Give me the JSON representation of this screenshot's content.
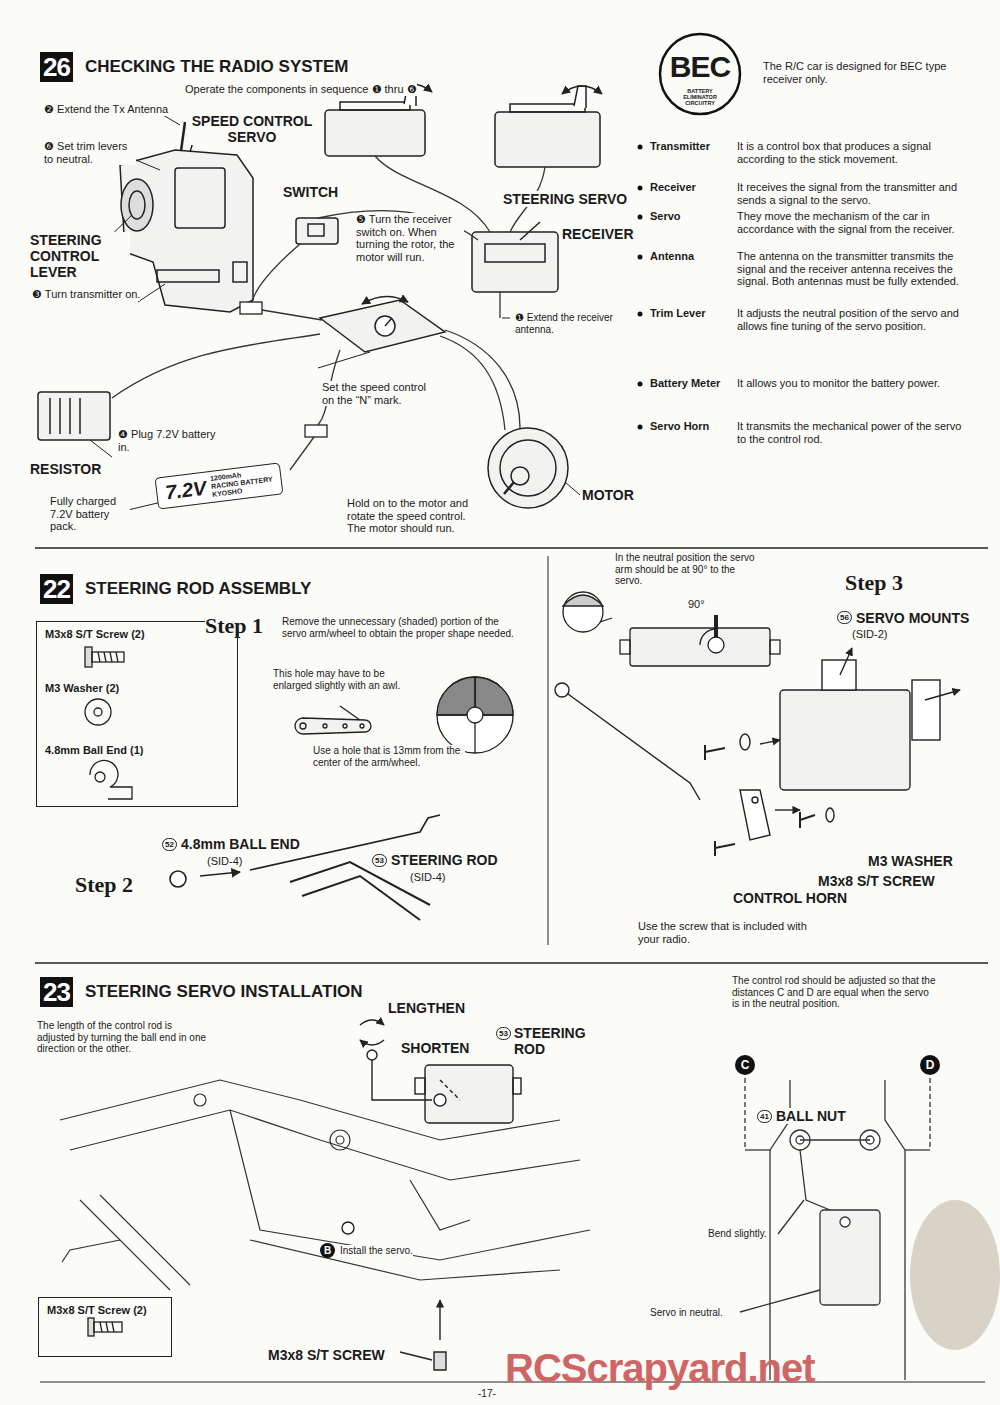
{
  "diagram": {
    "nodes": [
      {
        "text": [
          "26",
          "CHECKING THE RADIO SYSTEM"
        ]
      },
      {
        "text": [
          "BEC",
          "BATTERY ELIMINATOR CIRCUITRY"
        ]
      },
      {
        "text": [
          "7.2V",
          "1200mAh",
          "RACING BATTERY",
          "KYOSHO"
        ]
      },
      {
        "text": [
          "22",
          "STEERING ROD ASSEMBLY"
        ]
      },
      {
        "text": [
          "M3x8 S/T Screw (2)",
          "M3 Washer (2)",
          "4.8mm Ball End (1)"
        ]
      },
      {
        "text": [
          "23",
          "STEERING SERVO INSTALLATION"
        ]
      },
      {
        "text": [
          "M3x8 S/T Screw (2)"
        ]
      },
      {
        "text": [
          "C"
        ]
      },
      {
        "text": [
          "D"
        ]
      }
    ],
    "labels": [
      "Operate the components in sequence ❶ thru ❻",
      "❷ Extend the Tx Antenna",
      "❻ Set trim levers to neutral.",
      "STEERING CONTROL LEVER",
      "❸ Turn transmitter on.",
      "SPEED CONTROL SERVO",
      "SWITCH",
      "❺ Turn the receiver switch on. When turning the rotor, the motor will run.",
      "STEERING SERVO",
      "RECEIVER",
      "❶ Extend the receiver antenna.",
      "Set the speed control on the “N” mark.",
      "❹ Plug 7.2V battery in.",
      "RESISTOR",
      "Fully charged 7.2V battery pack.",
      "Hold on to the motor and rotate the speed control. The motor should run.",
      "MOTOR",
      "The R/C car is designed for BEC type receiver only.",
      "Transmitter",
      "It is a control box that produces a signal according to the stick movement.",
      "Receiver",
      "It receives the signal from the transmitter and sends a signal to the servo.",
      "Servo",
      "They move the mechanism of the car in accordance with the signal from the receiver.",
      "Antenna",
      "The antenna on the transmitter transmits the signal and the receiver antenna receives the signal. Both antennas must be fully extended.",
      "Trim Lever",
      "It adjusts the neutral position of the servo and allows fine tuning of the servo position.",
      "Battery Meter",
      "It allows you to monitor the battery power.",
      "Servo Horn",
      "It transmits the mechanical power of the servo to the control rod.",
      "Step 1",
      "Remove the unnecessary (shaded) portion of the servo arm/wheel to obtain the proper shape needed.",
      "This hole may have to be enlarged slightly with an awl.",
      "Use a hole that is 13mm from the center of the arm/wheel.",
      "Step 2",
      "52",
      "4.8mm BALL END",
      "(SID-4)",
      "53",
      "STEERING ROD",
      "(SID-4)",
      "In the neutral position the servo arm should be at 90° to the servo.",
      "90°",
      "Step 3",
      "56",
      "SERVO MOUNTS",
      "(SID-2)",
      "M3 WASHER",
      "M3x8 S/T SCREW",
      "CONTROL HORN",
      "Use the screw that is included with your radio.",
      "The length of the control rod is adjusted by turning the ball end in one direction or the other.",
      "LENGTHEN",
      "SHORTEN",
      "53",
      "STEERING ROD",
      "B",
      "Install the servo.",
      "M3x8 S/T SCREW",
      "The control rod should be adjusted so that the distances C and D are equal when the servo is in the neutral position.",
      "41",
      "BALL NUT",
      "Bend slightly.",
      "Servo in neutral.",
      "-17-",
      "RCScrapyard.net"
    ]
  }
}
